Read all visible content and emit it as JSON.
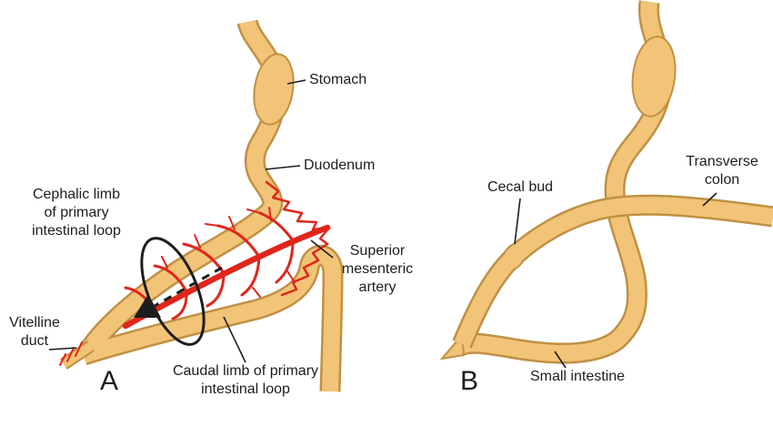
{
  "figure": {
    "colors": {
      "gut_fill": "#f2c477",
      "gut_outline": "#bf9144",
      "artery": "#e1251b",
      "line": "#1d1d1d",
      "background": "#ffffff"
    },
    "panelA": {
      "letter": "A",
      "labels": {
        "stomach": "Stomach",
        "duodenum": "Duodenum",
        "cephalic_limb": "Cephalic limb\nof primary\nintestinal loop",
        "superior_mesenteric_artery": "Superior\nmesenteric\nartery",
        "vitelline_duct": "Vitelline\nduct",
        "caudal_limb": "Caudal limb of primary\nintestinal loop"
      }
    },
    "panelB": {
      "letter": "B",
      "labels": {
        "cecal_bud": "Cecal bud",
        "transverse_colon": "Transverse\ncolon",
        "small_intestine": "Small intestine"
      }
    }
  }
}
